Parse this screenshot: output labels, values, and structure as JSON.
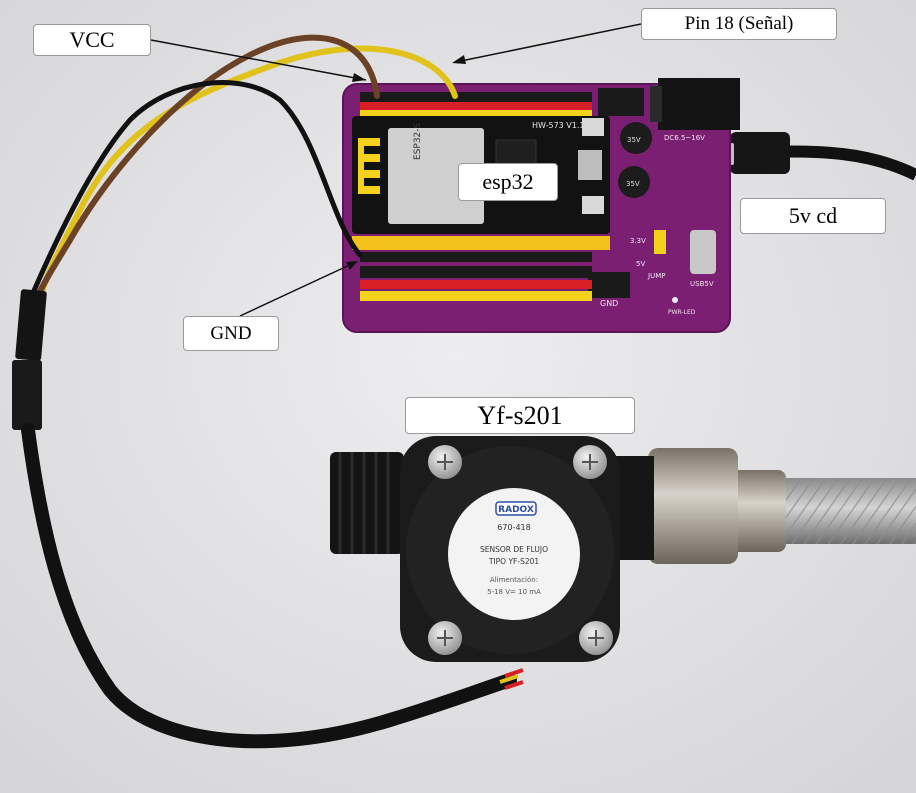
{
  "labels": {
    "vcc": "VCC",
    "pin18": "Pin 18 (Señal)",
    "esp32": "esp32",
    "power": "5v cd",
    "gnd": "GND",
    "sensor": "Yf-s201"
  },
  "board": {
    "model": "HW-573 V1.1",
    "module": "ESP32-S",
    "dc_in": "DC6.5~16V",
    "usb": "USB5V",
    "pwr_led": "PWR-LED",
    "v33": "3.3V",
    "v5": "5V",
    "jump": "JUMP",
    "gnd": "GND"
  },
  "sensor_face": {
    "brand": "RADOX",
    "code": "670-418",
    "line1": "SENSOR DE FLUJO",
    "line2": "TIPO YF-S201",
    "line3": "Alimentación:",
    "line4": "5-18 V=  10 mA"
  },
  "colors": {
    "pcb": "#7b1f73",
    "wire_vcc": "#6b4226",
    "wire_signal": "#e0c21a",
    "wire_gnd": "#111111",
    "header_yellow": "#f2d21b",
    "header_red": "#d81f26",
    "header_black": "#1a1a1a"
  }
}
